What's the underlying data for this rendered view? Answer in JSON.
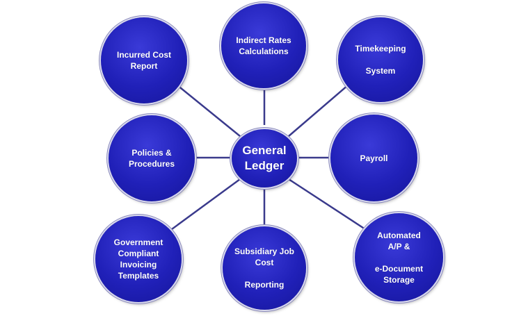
{
  "diagram": {
    "center": {
      "label": "General\nLedger",
      "icon": "hub-node"
    },
    "nodes": {
      "indirect_rates": {
        "label": "Indirect Rates\nCalculations"
      },
      "incurred_cost": {
        "label": "Incurred Cost\nReport"
      },
      "timekeeping": {
        "label": "Timekeeping\n\nSystem"
      },
      "policies": {
        "label": "Policies &\nProcedures"
      },
      "payroll": {
        "label": "Payroll"
      },
      "government": {
        "label": "Government\nCompliant\nInvoicing\nTemplates"
      },
      "subsidiary": {
        "label": "Subsidiary Job\nCost\n\nReporting"
      },
      "automated": {
        "label": "Automated\nA/P &\n\ne-Document\nStorage"
      }
    },
    "colors": {
      "node_fill": "#2020b8",
      "node_edge_light": "#d9d9ec",
      "connector": "#3a3a8c",
      "label_text": "#ffffff"
    }
  }
}
